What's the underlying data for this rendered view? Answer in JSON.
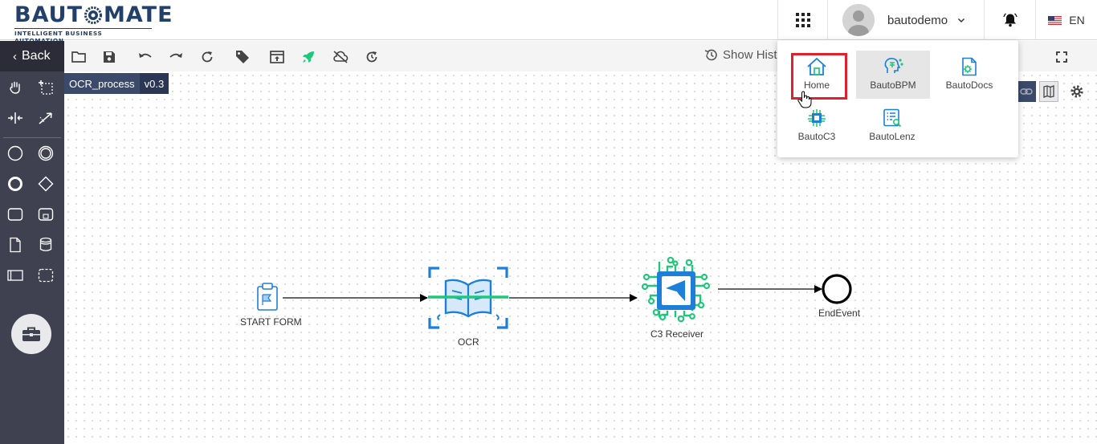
{
  "brand": {
    "name_part1": "BAUT",
    "name_part2": "MATE",
    "tagline": "INTELLIGENT BUSINESS AUTOMATION"
  },
  "header": {
    "username": "bautodemo",
    "language": "EN"
  },
  "toolbar": {
    "show_history_label": "Show Hist"
  },
  "sidebar": {
    "back_label": "Back"
  },
  "process": {
    "name": "OCR_process",
    "version": "v0.3"
  },
  "diagram": {
    "nodes": {
      "start": "START FORM",
      "ocr": "OCR",
      "c3": "C3 Receiver",
      "end": "EndEvent"
    }
  },
  "apps_menu": {
    "items": [
      {
        "label": "Home",
        "icon": "home-icon"
      },
      {
        "label": "BautoBPM",
        "icon": "bpm-icon"
      },
      {
        "label": "BautoDocs",
        "icon": "docs-icon"
      },
      {
        "label": "BautoC3",
        "icon": "chip-icon"
      },
      {
        "label": "BautoLenz",
        "icon": "lenz-icon"
      }
    ],
    "active_item": "BautoBPM",
    "highlighted_item": "Home"
  },
  "colors": {
    "brand_navy": "#23406a",
    "sidebar_bg": "#404150",
    "accent_blue": "#1e7fd9",
    "accent_green": "#1fc77a",
    "highlight_red": "#e0202a"
  }
}
